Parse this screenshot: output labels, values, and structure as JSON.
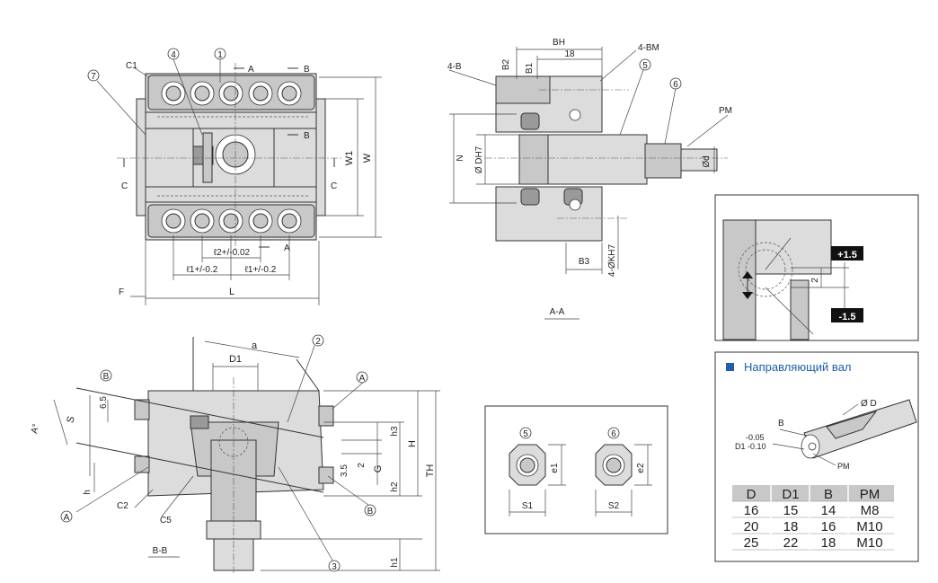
{
  "view1": {
    "balloons": [
      "7",
      "4",
      "1"
    ],
    "section_marks": {
      "a": "A",
      "b": "B",
      "c": "C"
    },
    "dims": {
      "c1": "C1",
      "w1": "W1",
      "w": "W",
      "l2": "ℓ2+/-0.02",
      "l1_left": "ℓ1+/-0.2",
      "l1_right": "ℓ1+/-0.2",
      "l": "L",
      "f": "F"
    }
  },
  "section_aa": {
    "title": "A-A",
    "dims": {
      "bh": "BH",
      "bm": "4-BM",
      "b2": "B2",
      "b1": "B1",
      "v18": "18",
      "b": "4-B",
      "n": "N",
      "dh": "Ø DH7",
      "b3": "B3",
      "k": "4-ØKH7",
      "pm": "PM",
      "d": "Ød"
    },
    "balloons": [
      "5",
      "6"
    ]
  },
  "section_bb": {
    "title": "B-B",
    "balloons": {
      "b_top": "B",
      "a_top": "A",
      "two": "2",
      "a_bottom": "A",
      "b_bottom": "B",
      "three": "3"
    },
    "dims": {
      "a": "a",
      "d1": "D1",
      "s": "S",
      "a_deg": "A°",
      "v65": "6.5",
      "h": "h",
      "c2": "C2",
      "c5": "C5",
      "h3": "h3",
      "h_big": "H",
      "th": "TH",
      "v2": "2",
      "g": "G",
      "v35": "3.5",
      "h2": "h2",
      "h1": "h1"
    }
  },
  "nuts": {
    "balloons": [
      "5",
      "6"
    ],
    "dims": {
      "e1": "e1",
      "e2": "e2",
      "s1": "S1",
      "s2": "S2"
    }
  },
  "detail": {
    "plus": "+1.5",
    "minus": "-1.5",
    "two": "2"
  },
  "guide": {
    "title": "Направляющий вал",
    "accent": "#1f5fa8",
    "labels": {
      "d": "Ø D",
      "b": "B",
      "tol_upper": "-0.05",
      "d1": "D1 -0.10",
      "pm": "PM"
    },
    "table": {
      "headers": [
        "D",
        "D1",
        "B",
        "PM"
      ],
      "rows": [
        [
          "16",
          "15",
          "14",
          "M8"
        ],
        [
          "20",
          "18",
          "16",
          "M10"
        ],
        [
          "25",
          "22",
          "18",
          "M10"
        ]
      ]
    }
  }
}
